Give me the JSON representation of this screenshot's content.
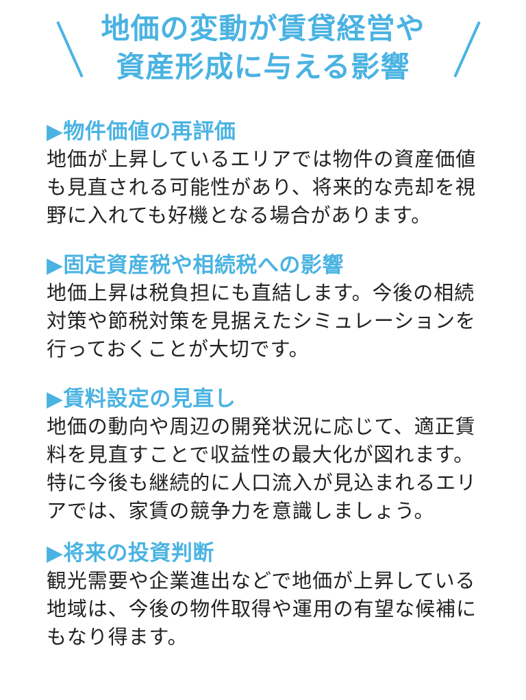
{
  "title": {
    "line1": "地価の変動が賃貸経営や",
    "line2": "資産形成に与える影響"
  },
  "colors": {
    "accent": "#4ab3e2",
    "text": "#222222"
  },
  "sections": [
    {
      "heading": "▶物件価値の再評価",
      "lines": [
        "地価が上昇しているエリアでは物件の資産価値",
        "も見直される可能性があり、将来的な売却を視",
        "野に入れても好機となる場合があります。"
      ]
    },
    {
      "heading": "▶固定資産税や相続税への影響",
      "lines": [
        "地価上昇は税負担にも直結します。今後の相続",
        "対策や節税対策を見据えたシミュレーションを",
        "行っておくことが大切です。"
      ]
    },
    {
      "heading": "▶賃料設定の見直し",
      "lines": [
        "地価の動向や周辺の開発状況に応じて、適正賃",
        "料を見直すことで収益性の最大化が図れます。",
        "特に今後も継続的に人口流入が見込まれるエリ",
        "アでは、家賃の競争力を意識しましょう。"
      ]
    },
    {
      "heading": "▶将来の投資判断",
      "lines": [
        "観光需要や企業進出などで地価が上昇している",
        "地域は、今後の物件取得や運用の有望な候補に",
        "もなり得ます。"
      ]
    }
  ]
}
